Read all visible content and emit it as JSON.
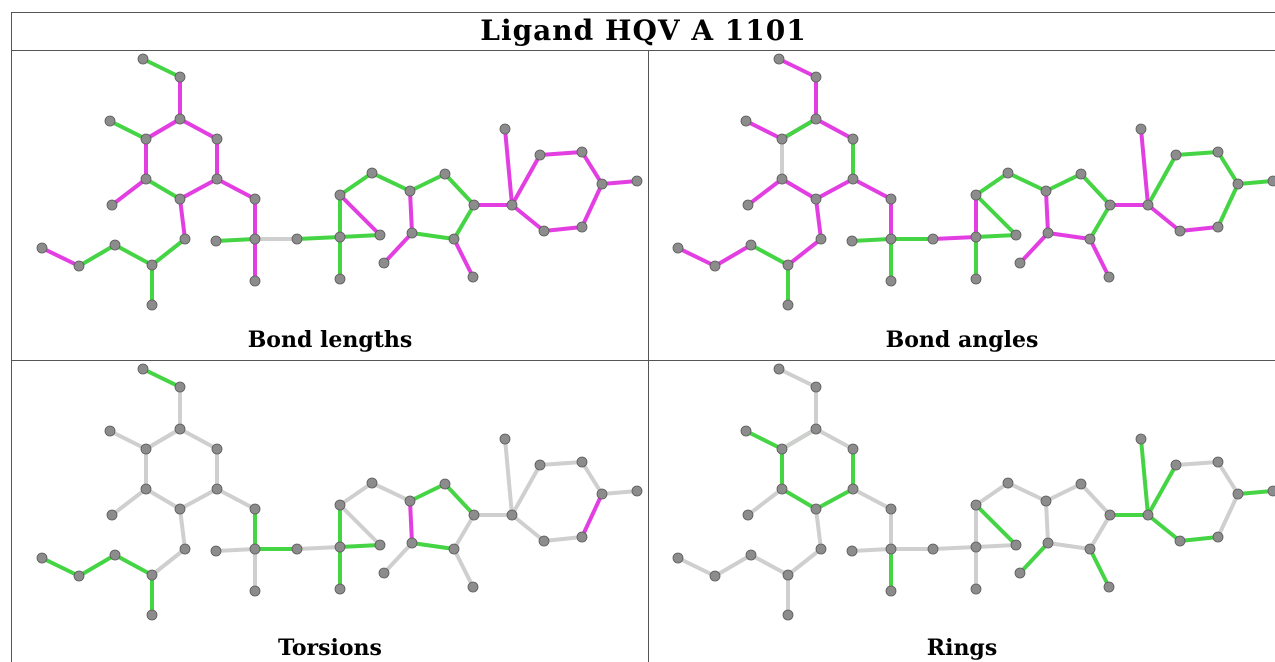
{
  "title": "Ligand HQV A 1101",
  "panels": {
    "bond_lengths": {
      "caption": "Bond lengths"
    },
    "bond_angles": {
      "caption": "Bond angles"
    },
    "torsions": {
      "caption": "Torsions"
    },
    "rings": {
      "caption": "Rings"
    }
  },
  "colors": {
    "atom": "#8c8c8c",
    "default_bond": "#cfcfcf",
    "green": "#44d444",
    "magenta": "#e23ee2"
  },
  "bond_colorings": {
    "bond_lengths": [
      "g",
      "m",
      "m",
      "m",
      "g",
      "m",
      "g",
      "m",
      "g",
      "m",
      "m",
      "m",
      "g",
      "g",
      "g",
      "g",
      "m",
      "m",
      "g",
      "g",
      "d",
      "g",
      "g",
      "g",
      "g",
      "g",
      "g",
      "g",
      "g",
      "g",
      "g",
      "m",
      "m",
      "m",
      "m",
      "m",
      "m",
      "m",
      "m",
      "m",
      "m",
      "m",
      "m",
      "m",
      "m",
      "m",
      "m"
    ],
    "bond_angles": [
      "m",
      "m",
      "m",
      "m",
      "m",
      "d",
      "m",
      "m",
      "g",
      "m",
      "m",
      "m",
      "m",
      "g",
      "g",
      "m",
      "m",
      "m",
      "g",
      "g",
      "g",
      "m",
      "m",
      "g",
      "g",
      "g",
      "g",
      "g",
      "g",
      "g",
      "m",
      "m",
      "m",
      "m",
      "m",
      "m",
      "g",
      "g",
      "g",
      "g",
      "m",
      "m",
      "g",
      "g",
      "g",
      "g",
      "g"
    ],
    "torsions": [
      "g",
      "d",
      "d",
      "d",
      "d",
      "d",
      "d",
      "d",
      "d",
      "d",
      "d",
      "d",
      "d",
      "g",
      "g",
      "g",
      "g",
      "g",
      "d",
      "d",
      "g",
      "d",
      "g",
      "g",
      "g",
      "d",
      "d",
      "g",
      "g",
      "d",
      "g",
      "m",
      "d",
      "d",
      "d",
      "d",
      "d",
      "d",
      "d",
      "m",
      "d",
      "d",
      "d",
      "d",
      "d",
      "d",
      "d"
    ],
    "rings": [
      "d",
      "d",
      "d",
      "g",
      "g",
      "g",
      "g",
      "g",
      "g",
      "d",
      "d",
      "d",
      "d",
      "d",
      "d",
      "d",
      "d",
      "d",
      "d",
      "d",
      "d",
      "d",
      "d",
      "d",
      "d",
      "d",
      "d",
      "d",
      "d",
      "d",
      "d",
      "d",
      "g",
      "g",
      "g",
      "g",
      "g",
      "d",
      "d",
      "d",
      "g",
      "g",
      "g",
      "g",
      "g",
      "g",
      "d"
    ]
  }
}
